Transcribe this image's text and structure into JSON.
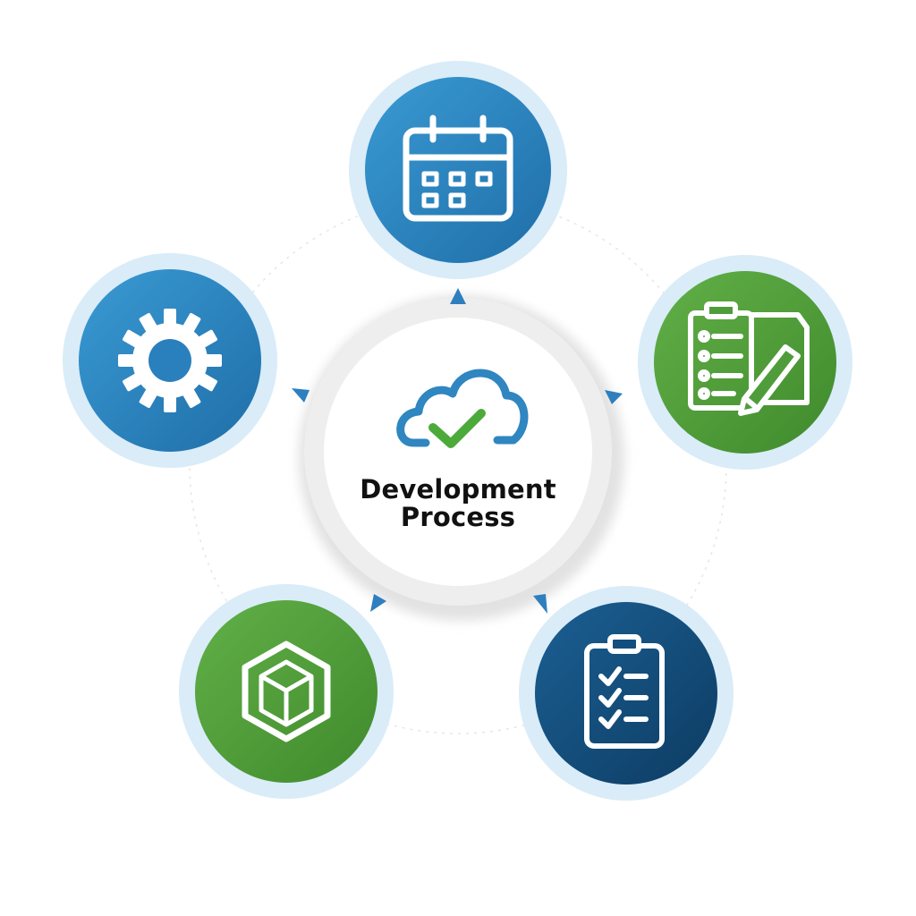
{
  "diagram": {
    "center": {
      "title_line1": "Development",
      "title_line2": "Process",
      "icon": "cloud-check-icon"
    },
    "nodes": [
      {
        "id": "planning",
        "icon": "calendar-icon",
        "color": "#2f86c0"
      },
      {
        "id": "review",
        "icon": "clipboard-pencil-icon",
        "color": "#4f9d3a"
      },
      {
        "id": "testing",
        "icon": "checklist-icon",
        "color": "#134f7e"
      },
      {
        "id": "build",
        "icon": "cube-icon",
        "color": "#52a13c"
      },
      {
        "id": "configure",
        "icon": "gear-icon",
        "color": "#2a80bd"
      }
    ]
  },
  "colors": {
    "ring": "#d9ecf8",
    "blue": "#2f86c0",
    "dark_blue": "#134f7e",
    "green": "#4f9d3a",
    "arrow": "#2f7fbf",
    "text": "#111111"
  }
}
